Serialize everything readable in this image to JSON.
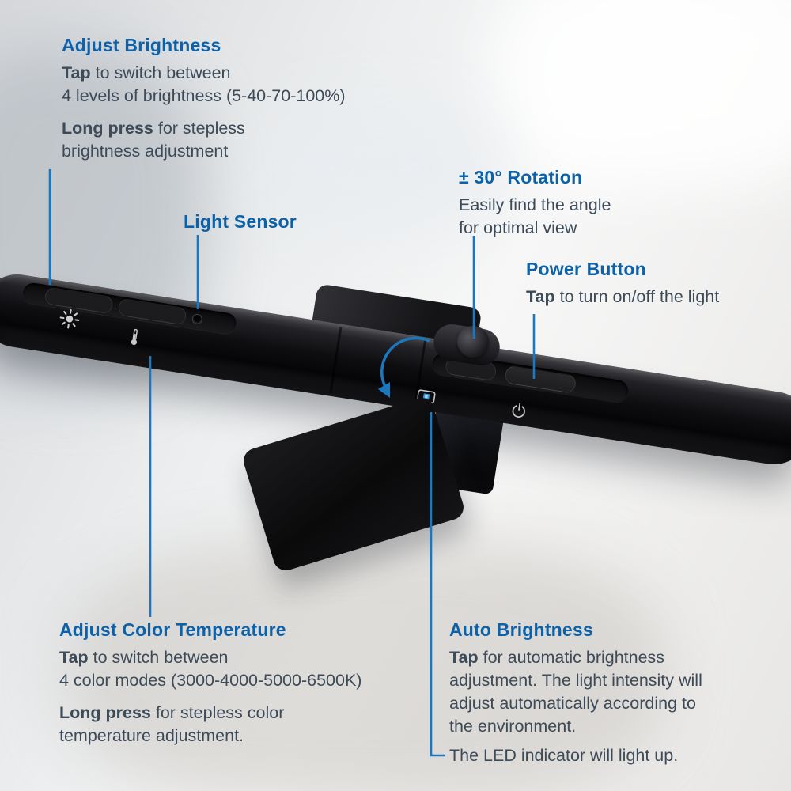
{
  "colors": {
    "heading": "#0c61a9",
    "body": "#3d4a58",
    "leader": "#1b78bf",
    "led": "#37a5ea"
  },
  "icons": {
    "brightness": "sun-icon",
    "color_temperature": "thermometer-icon",
    "light_sensor": "sensor-dot",
    "auto_brightness": "ambient-light-led-icon",
    "power": "power-symbol-icon",
    "rotation": "curved-rotation-arrow"
  },
  "callouts": {
    "adjust_brightness": {
      "title": "Adjust Brightness",
      "tap_bold": "Tap",
      "tap_rest": " to switch between",
      "tap_line2": "4 levels of brightness (5-40-70-100%)",
      "long_bold": "Long press",
      "long_rest": " for stepless",
      "long_line2": "brightness adjustment"
    },
    "light_sensor": {
      "title": "Light Sensor"
    },
    "rotation": {
      "title": "± 30° Rotation",
      "line1": "Easily find the angle",
      "line2": "for optimal view"
    },
    "power": {
      "title": "Power Button",
      "tap_bold": "Tap",
      "tap_rest": " to turn on/off the light"
    },
    "adjust_color_temperature": {
      "title": "Adjust Color Temperature",
      "tap_bold": "Tap",
      "tap_rest": " to switch between",
      "tap_line2": "4 color modes (3000-4000-5000-6500K)",
      "long_bold": "Long press",
      "long_rest": " for stepless color",
      "long_line2": "temperature adjustment."
    },
    "auto_brightness": {
      "title": "Auto Brightness",
      "tap_bold": "Tap",
      "tap_rest": " for automatic brightness",
      "line2": "adjustment. The light intensity will",
      "line3": "adjust automatically according to",
      "line4": "the environment.",
      "led_note": "The LED indicator will light up."
    }
  }
}
